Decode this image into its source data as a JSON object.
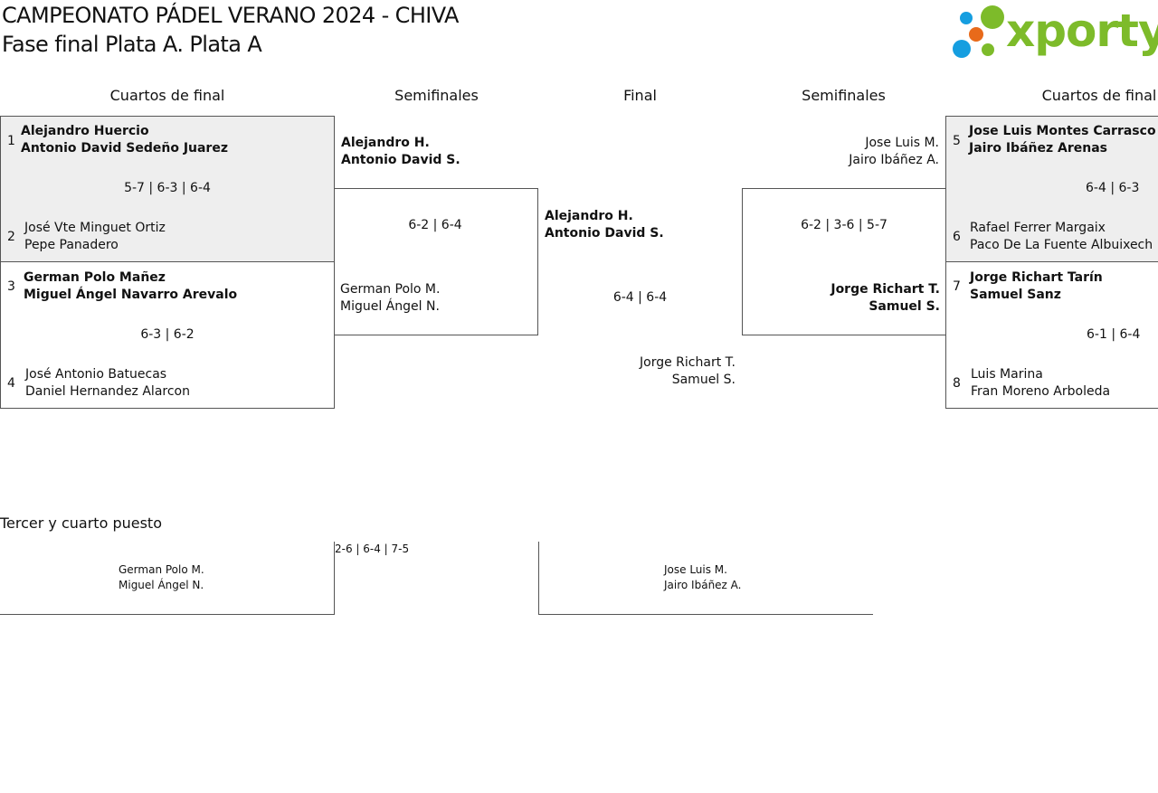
{
  "header": {
    "title": "CAMPEONATO PÁDEL VERANO 2024 - CHIVA",
    "subtitle": "Fase final Plata A. Plata A",
    "logo_text": "xporty",
    "logo_color": "#7dbb2a",
    "logo_dot_colors": [
      "#159ee0",
      "#7dbb2a",
      "#e86a1a"
    ]
  },
  "columns": {
    "left_qf": "Cuartos de final",
    "left_sf": "Semifinales",
    "final": "Final",
    "right_sf": "Semifinales",
    "right_qf": "Cuartos de final"
  },
  "quarterfinals": [
    {
      "seed_a": "1",
      "a1": "Alejandro Huercio",
      "a2": "Antonio David Sedeño Juarez",
      "score": "5-7 | 6-3 | 6-4",
      "seed_b": "2",
      "b1": "José Vte Minguet Ortiz",
      "b2": "Pepe Panadero"
    },
    {
      "seed_a": "3",
      "a1": "German Polo Mañez",
      "a2": "Miguel Ángel Navarro Arevalo",
      "score": "6-3 | 6-2",
      "seed_b": "4",
      "b1": "José Antonio Batuecas",
      "b2": "Daniel Hernandez Alarcon"
    },
    {
      "seed_a": "5",
      "a1": "Jose Luis Montes Carrasco",
      "a2": "Jairo Ibáñez Arenas",
      "score": "6-4 | 6-3",
      "seed_b": "6",
      "b1": "Rafael Ferrer Margaix",
      "b2": "Paco De La Fuente Albuixech"
    },
    {
      "seed_a": "7",
      "a1": "Jorge Richart Tarín",
      "a2": "Samuel Sanz",
      "score": "6-1 | 6-4",
      "seed_b": "8",
      "b1": "Luis Marina",
      "b2": "Fran Moreno Arboleda"
    }
  ],
  "semifinals": [
    {
      "a1": "Alejandro H.",
      "a2": "Antonio David S.",
      "score": "6-2 | 6-4",
      "b1": "German Polo M.",
      "b2": "Miguel Ángel N."
    },
    {
      "a1": "Jose Luis M.",
      "a2": "Jairo Ibáñez A.",
      "score": "6-2 | 3-6 | 5-7",
      "b1": "Jorge Richart T.",
      "b2": "Samuel S."
    }
  ],
  "final": {
    "a1": "Alejandro H.",
    "a2": "Antonio David S.",
    "score": "6-4 | 6-4",
    "b1": "Jorge Richart T.",
    "b2": "Samuel S."
  },
  "third_place": {
    "title": "Tercer y cuarto puesto",
    "score": "2-6 | 6-4 | 7-5",
    "a1": "German Polo M.",
    "a2": "Miguel Ángel N.",
    "b1": "Jose Luis M.",
    "b2": "Jairo Ibáñez A."
  }
}
